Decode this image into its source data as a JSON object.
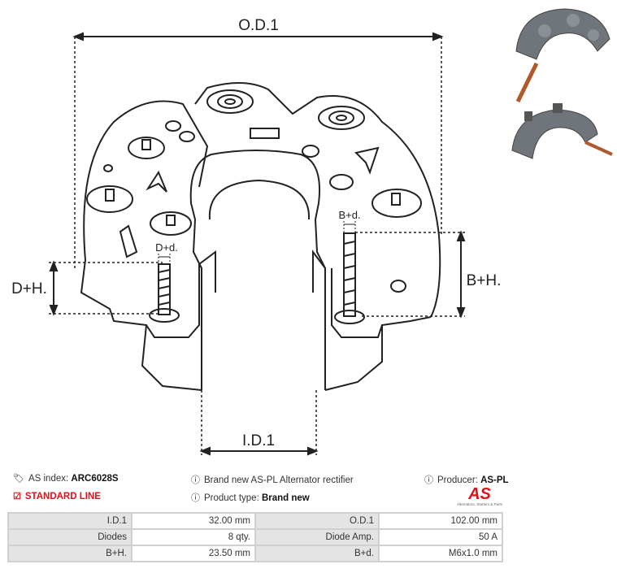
{
  "diagram": {
    "od_label": "O.D.1",
    "id_label": "I.D.1",
    "dh_label": "D+H.",
    "bh_label": "B+H.",
    "dd_label": "D+d.",
    "bd_label": "B+d."
  },
  "photos": [
    {
      "name": "rectifier-photo-top"
    },
    {
      "name": "rectifier-photo-bottom"
    }
  ],
  "info": {
    "as_index_label": "AS index:",
    "as_index_value": "ARC6028S",
    "description": "Brand new AS-PL Alternator rectifier",
    "producer_label": "Producer:",
    "producer_value": "AS-PL",
    "line_label": "STANDARD LINE",
    "product_type_label": "Product type:",
    "product_type_value": "Brand new",
    "logo_text": "AS",
    "logo_tagline": "Alternators, Starters & Parts"
  },
  "specs": [
    [
      "I.D.1",
      "32.00 mm",
      "O.D.1",
      "102.00 mm"
    ],
    [
      "Diodes",
      "8 qty.",
      "Diode Amp.",
      "50 A"
    ],
    [
      "B+H.",
      "23.50 mm",
      "B+d.",
      "M6x1.0 mm"
    ]
  ],
  "colors": {
    "accent": "#e0111b",
    "table_label_bg": "#e4e4e4",
    "border": "#d0d0d0"
  }
}
